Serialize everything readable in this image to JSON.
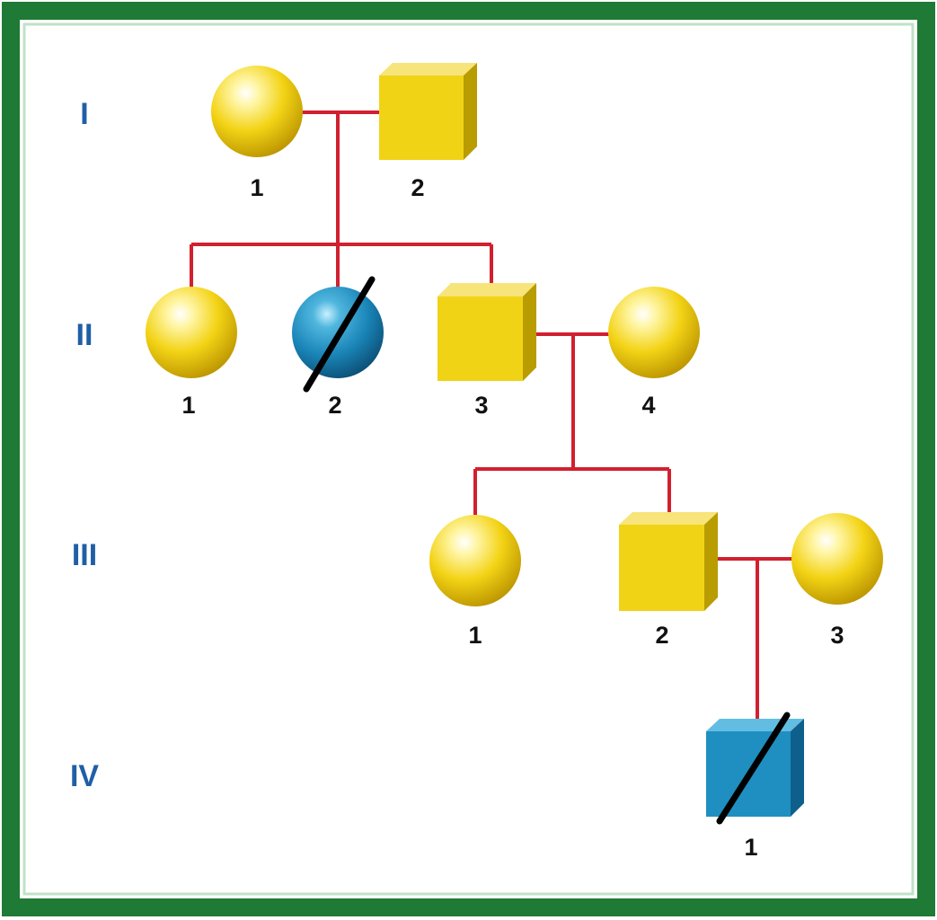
{
  "colors": {
    "frame": "#1e7a34",
    "lines": "#d1202f",
    "generation_label": "#1f5fa6",
    "unaffected": "#f1d316",
    "affected": "#1e8fc0"
  },
  "generations": [
    {
      "label": "I"
    },
    {
      "label": "II"
    },
    {
      "label": "III"
    },
    {
      "label": "IV"
    }
  ],
  "individuals": {
    "I-1": {
      "label": "1",
      "sex": "female",
      "affected": false,
      "deceased": false
    },
    "I-2": {
      "label": "2",
      "sex": "male",
      "affected": false,
      "deceased": false
    },
    "II-1": {
      "label": "1",
      "sex": "female",
      "affected": false,
      "deceased": false
    },
    "II-2": {
      "label": "2",
      "sex": "female",
      "affected": true,
      "deceased": true
    },
    "II-3": {
      "label": "3",
      "sex": "male",
      "affected": false,
      "deceased": false
    },
    "II-4": {
      "label": "4",
      "sex": "female",
      "affected": false,
      "deceased": false
    },
    "III-1": {
      "label": "1",
      "sex": "female",
      "affected": false,
      "deceased": false
    },
    "III-2": {
      "label": "2",
      "sex": "male",
      "affected": false,
      "deceased": false
    },
    "III-3": {
      "label": "3",
      "sex": "female",
      "affected": false,
      "deceased": false
    },
    "IV-1": {
      "label": "1",
      "sex": "male",
      "affected": true,
      "deceased": true
    }
  },
  "matings": [
    {
      "partners": [
        "I-1",
        "I-2"
      ],
      "children": [
        "II-1",
        "II-2",
        "II-3"
      ]
    },
    {
      "partners": [
        "II-3",
        "II-4"
      ],
      "children": [
        "III-1",
        "III-2"
      ]
    },
    {
      "partners": [
        "III-2",
        "III-3"
      ],
      "children": [
        "IV-1"
      ]
    }
  ]
}
